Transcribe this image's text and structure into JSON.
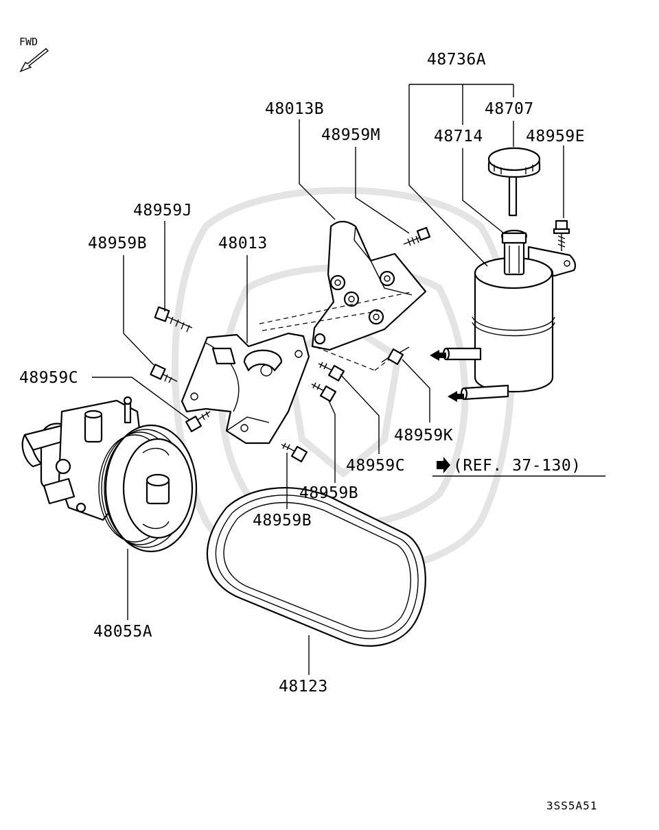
{
  "orientation": {
    "fwd_label": "FWD"
  },
  "callouts": {
    "reservoir_assy": "48736A",
    "reservoir_cap": "48707",
    "reservoir_strainer": "48714",
    "bolt_reservoir": "48959E",
    "bracket_upper": "48013B",
    "bolt_upper": "48959M",
    "bolt_j": "48959J",
    "bracket": "48013",
    "bolt_b_left": "48959B",
    "bolt_c_left": "48959C",
    "bolt_k": "48959K",
    "bolt_c_mid": "48959C",
    "bolt_b_mid": "48959B",
    "bolt_b_low": "48959B",
    "pump": "48055A",
    "belt": "48123"
  },
  "reference": {
    "text": "(REF. 37-130)"
  },
  "diagram_code": "3SS5A51"
}
